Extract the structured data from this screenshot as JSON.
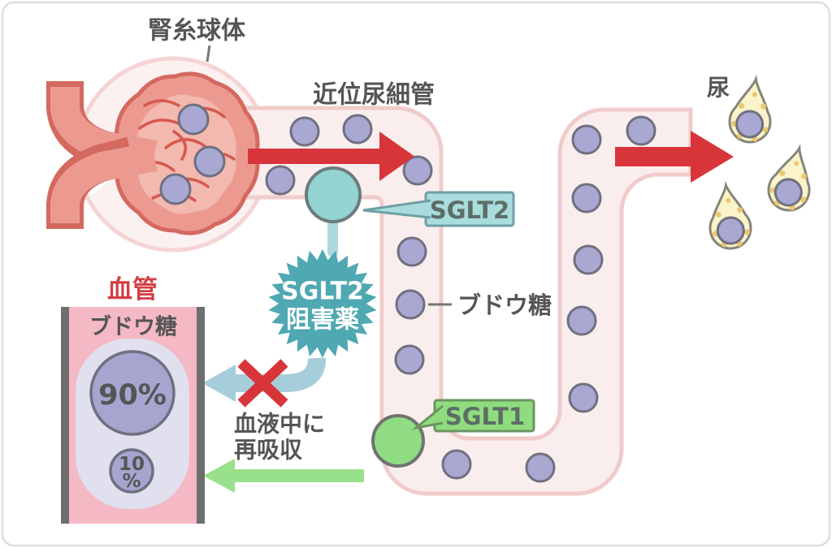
{
  "labels": {
    "glomerulus": "腎糸球体",
    "proximal_tubule": "近位尿細管",
    "urine": "尿",
    "sglt2_tag": "SGLT2",
    "sglt1_tag": "SGLT1",
    "inhibitor_line1": "SGLT2",
    "inhibitor_line2": "阻害薬",
    "glucose_tubule": "ブドウ糖",
    "vessel_title": "血管",
    "glucose_vessel": "ブドウ糖",
    "reabsorb_line1": "血液中に",
    "reabsorb_line2": "再吸収",
    "pct_major": "90%",
    "pct_minor_line1": "10",
    "pct_minor_line2": "%"
  },
  "colors": {
    "card_border": "#dedede",
    "tube_fill": "#faeded",
    "tube_border": "#f1cbcb",
    "capsule_fill": "#fcf1f1",
    "capsule_ring": "#f5d4d4",
    "salmon": "#ec9a90",
    "salmon_border": "#d4695f",
    "salmon_inner": "#f3b8ae",
    "capillary": "#d5584e",
    "glucose_fill": "#a8a8d2",
    "glucose_border": "#6f7080",
    "red": "#d8353b",
    "teal_node": "#93d3d3",
    "teal_node_border": "#6c7c7c",
    "teal_tag_fill": "#a9dcdd",
    "teal_tag_border": "#6e9fa4",
    "starburst": "#4fa8b2",
    "stem": "#aed8dc",
    "blue_arrow": "#a6ceda",
    "green_node": "#8fdc82",
    "green_tag_fill": "#8fdc7e",
    "green_tag_border": "#6b9460",
    "green_arrow": "#99e08b",
    "node_border_gray": "#6f7370",
    "vessel_pink": "#f5b8c5",
    "vessel_bar": "#6e6e6e",
    "pill_lavender": "#e0e0ef",
    "pct_fill": "#a5a5d0",
    "pct_border": "#6f6f80",
    "drop_fill": "#fbf3c9",
    "drop_dot": "#e9c86e",
    "drop_border": "#85857b",
    "text_dark": "#555555",
    "text_red": "#d23f47"
  }
}
